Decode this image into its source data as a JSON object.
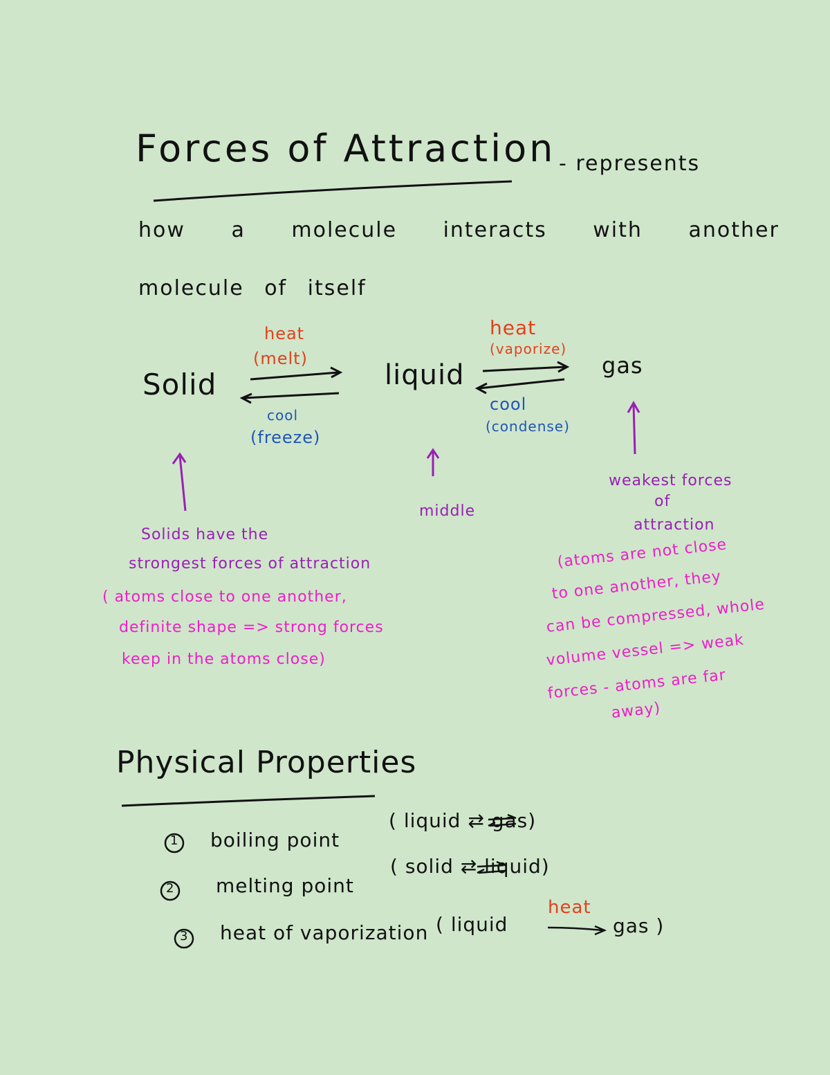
{
  "title": "Forces of Attraction",
  "title_suffix": "- represents",
  "definition_line1": "how a molecule interacts with another",
  "definition_line2": "molecule of itself",
  "phases": {
    "solid": "Solid",
    "liquid": "liquid",
    "gas": "gas"
  },
  "transitions": {
    "melt_heat": "heat",
    "melt_label": "(melt)",
    "freeze_cool": "cool",
    "freeze_label": "(freeze)",
    "vaporize_heat": "heat",
    "vaporize_label": "(vaporize)",
    "condense_cool": "cool",
    "condense_label": "(condense)"
  },
  "notes": {
    "solid_line1": "Solids have the",
    "solid_line2": "strongest forces of attraction",
    "solid_detail1": "( atoms close to one another,",
    "solid_detail2": "definite shape => strong forces",
    "solid_detail3": "keep in the atoms close)",
    "liquid": "middle",
    "gas_line1": "weakest forces",
    "gas_line2": "of",
    "gas_line3": "attraction",
    "gas_detail1": "(atoms are not close",
    "gas_detail2": "to one another, they",
    "gas_detail3": "can be compressed, whole",
    "gas_detail4": "volume vessel => weak",
    "gas_detail5": "forces - atoms are far",
    "gas_detail6": "away)"
  },
  "physical_properties": {
    "heading": "Physical Properties",
    "items": [
      {
        "num": "1",
        "name": "boiling point",
        "detail": "( liquid ⇄ gas)"
      },
      {
        "num": "2",
        "name": "melting point",
        "detail": "( solid ⇄ liquid)"
      },
      {
        "num": "3",
        "name": "heat of vaporization",
        "detail_start": "( liquid",
        "arrow_label": "heat",
        "detail_end": "gas )"
      }
    ]
  },
  "colors": {
    "background": "#cfe6cb",
    "ink": "#111111",
    "heat": "#e3411c",
    "cool": "#1f55b8",
    "note_purple": "#9a1fb4",
    "note_magenta": "#ee1ec8"
  }
}
